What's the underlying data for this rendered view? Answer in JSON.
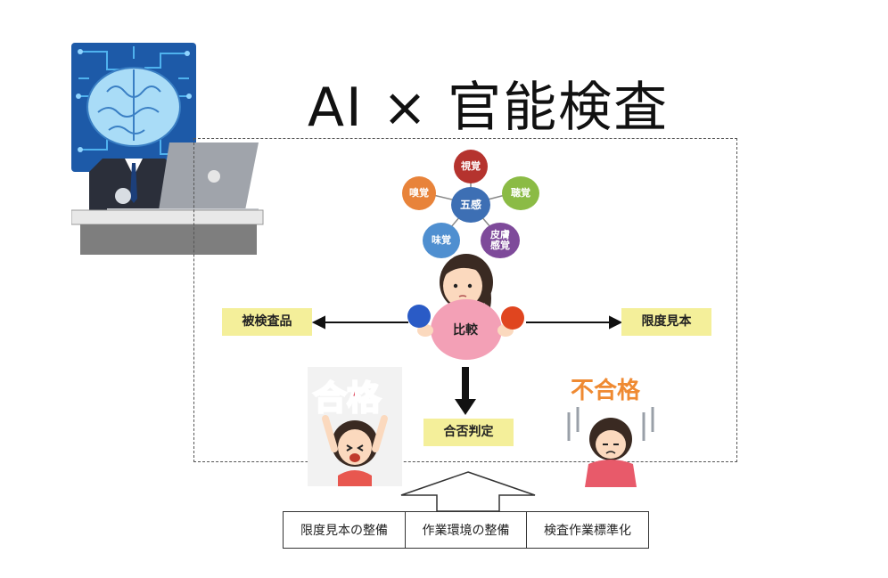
{
  "title": "AI × 官能検査",
  "senses": {
    "center": "五感",
    "sight": "視覚",
    "smell": "嗅覚",
    "hearing": "聴覚",
    "taste": "味覚",
    "touch": "皮膚\n感覚"
  },
  "compare_label": "比較",
  "left_box": "被検査品",
  "right_box": "限度見本",
  "judgement_box": "合否判定",
  "pass_label": "合格",
  "fail_label": "不合格",
  "bottom_items": [
    "限度見本の整備",
    "作業環境の整備",
    "検査作業標準化"
  ],
  "colors": {
    "box_fill": "#f4ef9a",
    "sight": "#b5332e",
    "smell": "#e8833a",
    "hearing": "#8bbb45",
    "taste": "#4f8fd0",
    "touch": "#7e4a9a",
    "center": "#3d6fb4"
  }
}
